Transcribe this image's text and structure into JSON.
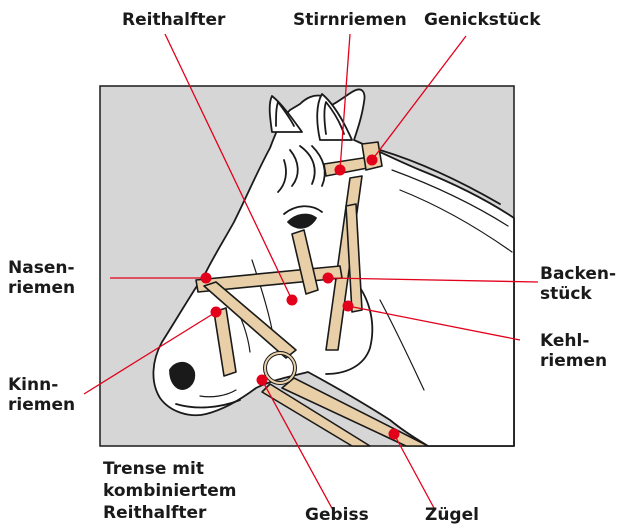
{
  "colors": {
    "panel_bg": "#d6d6d6",
    "marker": "#e3001b",
    "leather": "#e8cfa8",
    "outline": "#1a1a1a"
  },
  "labels": {
    "reithalfter": "Reithalfter",
    "stirnriemen": "Stirnriemen",
    "genickstueck": "Genickstück",
    "nasenriemen_1": "Nasen-",
    "nasenriemen_2": "riemen",
    "backenstueck_1": "Backen-",
    "backenstueck_2": "stück",
    "kehlriemen_1": "Kehl-",
    "kehlriemen_2": "riemen",
    "kinnriemen_1": "Kinn-",
    "kinnriemen_2": "riemen",
    "gebiss": "Gebiss",
    "zuegel": "Zügel"
  },
  "caption": {
    "line1": "Trense mit",
    "line2": "kombiniertem",
    "line3": "Reithalfter"
  }
}
